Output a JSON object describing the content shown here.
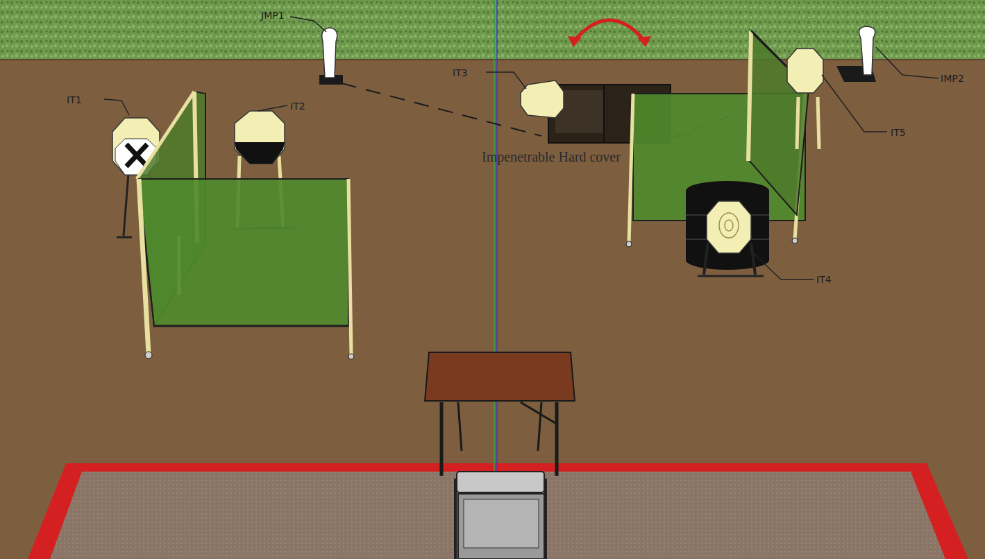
{
  "diagram": {
    "labels": [
      "JMP1",
      "IT1",
      "IT2",
      "IT3",
      "Impenetrable Hard cover",
      "IMP2",
      "IT5",
      "IT4"
    ]
  }
}
